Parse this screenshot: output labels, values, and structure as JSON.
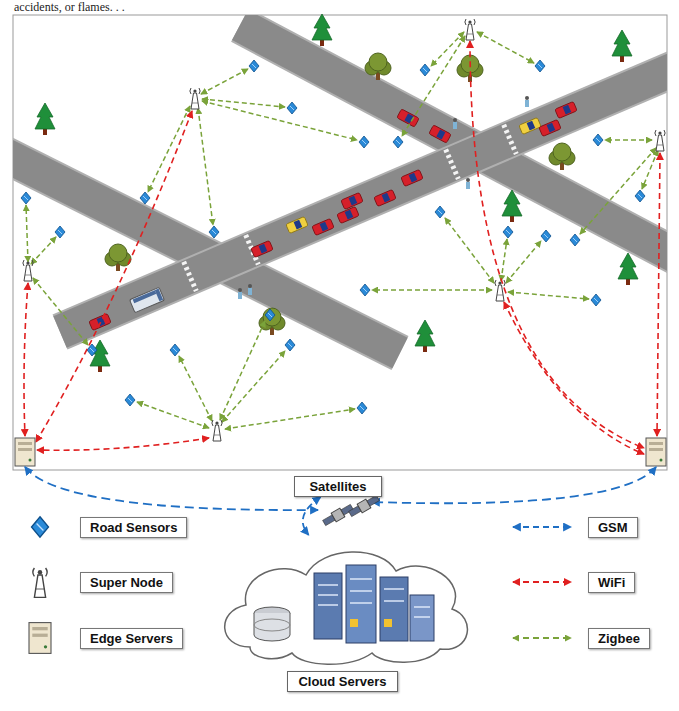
{
  "diagram": {
    "nodes": [
      {
        "text": [
          "Satellites"
        ]
      },
      {
        "text": [
          "Cloud Servers"
        ]
      }
    ],
    "edges": [
      {
        "from": 0,
        "to": 1,
        "arrow": "both"
      }
    ],
    "labels": [
      "accidents, or flames. . ."
    ],
    "legend": [
      {
        "text": "Road Sensors"
      },
      {
        "text": "Super Node"
      },
      {
        "text": "Edge Servers"
      },
      {
        "text": "GSM"
      },
      {
        "text": "WiFi"
      },
      {
        "text": "Zigbee"
      }
    ]
  }
}
